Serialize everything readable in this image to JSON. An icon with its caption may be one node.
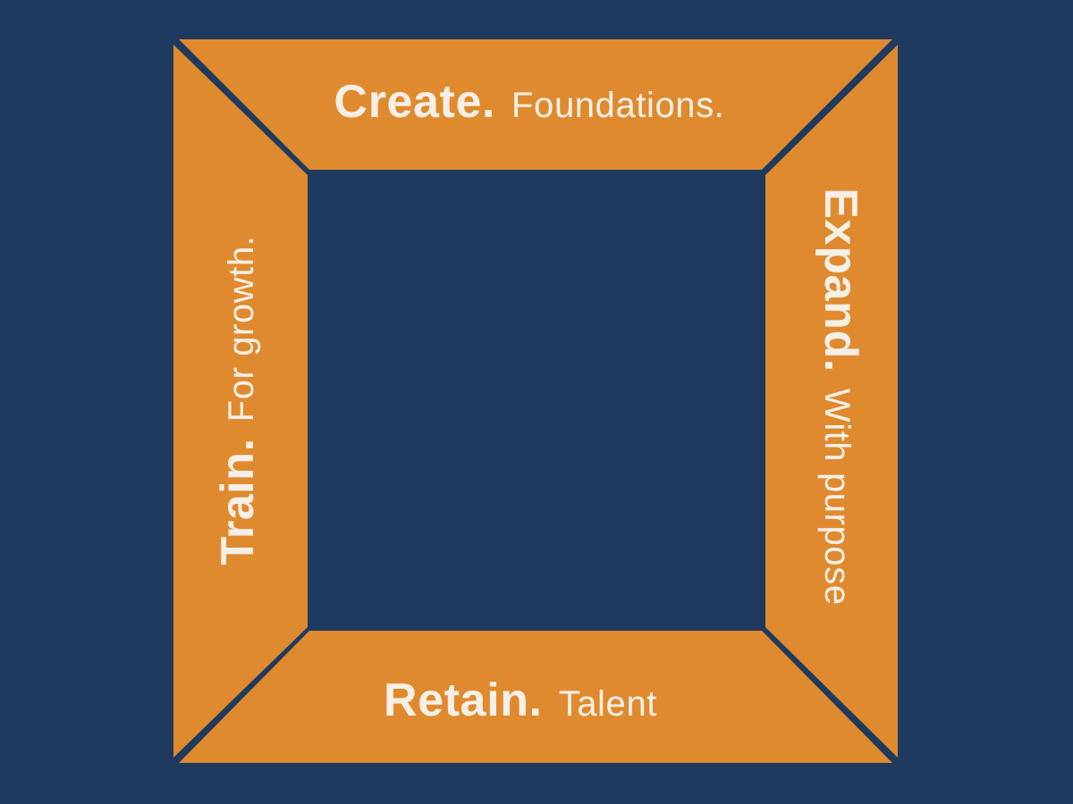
{
  "diagram": {
    "nodes": [
      {
        "text": [
          "Create.",
          "Foundations."
        ]
      },
      {
        "text": [
          "Train.",
          "For growth."
        ]
      },
      {
        "text": [
          "Expand.",
          "With purpose"
        ]
      },
      {
        "text": [
          "Retain.",
          "Talent"
        ]
      }
    ]
  }
}
